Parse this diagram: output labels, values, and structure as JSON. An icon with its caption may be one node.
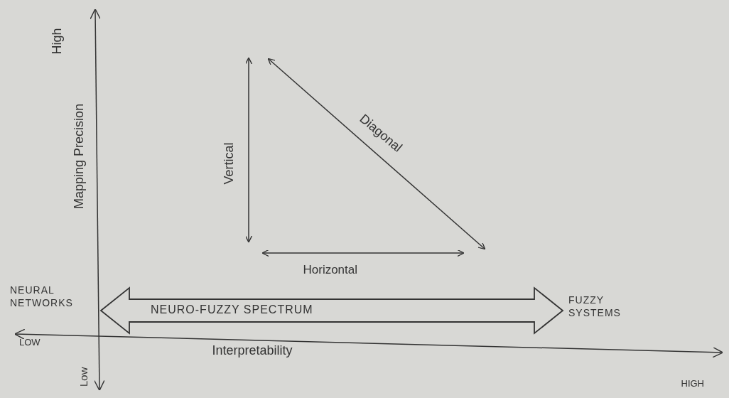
{
  "diagram": {
    "nodes": [
      {
        "text": [
          "NEURAL NETWORKS"
        ]
      },
      {
        "text": [
          "FUZZY SYSTEMS"
        ]
      }
    ],
    "edges": [
      {
        "from": 0,
        "to": 1,
        "arrow": "both",
        "label": "NEURO-FUZZY SPECTRUM",
        "style": "thick"
      }
    ],
    "labels": [
      "High",
      "Mapping Precision",
      "Vertical",
      "Diagonal",
      "Horizontal",
      "LOW",
      "Low",
      "Interpretability",
      "HIGH"
    ]
  }
}
